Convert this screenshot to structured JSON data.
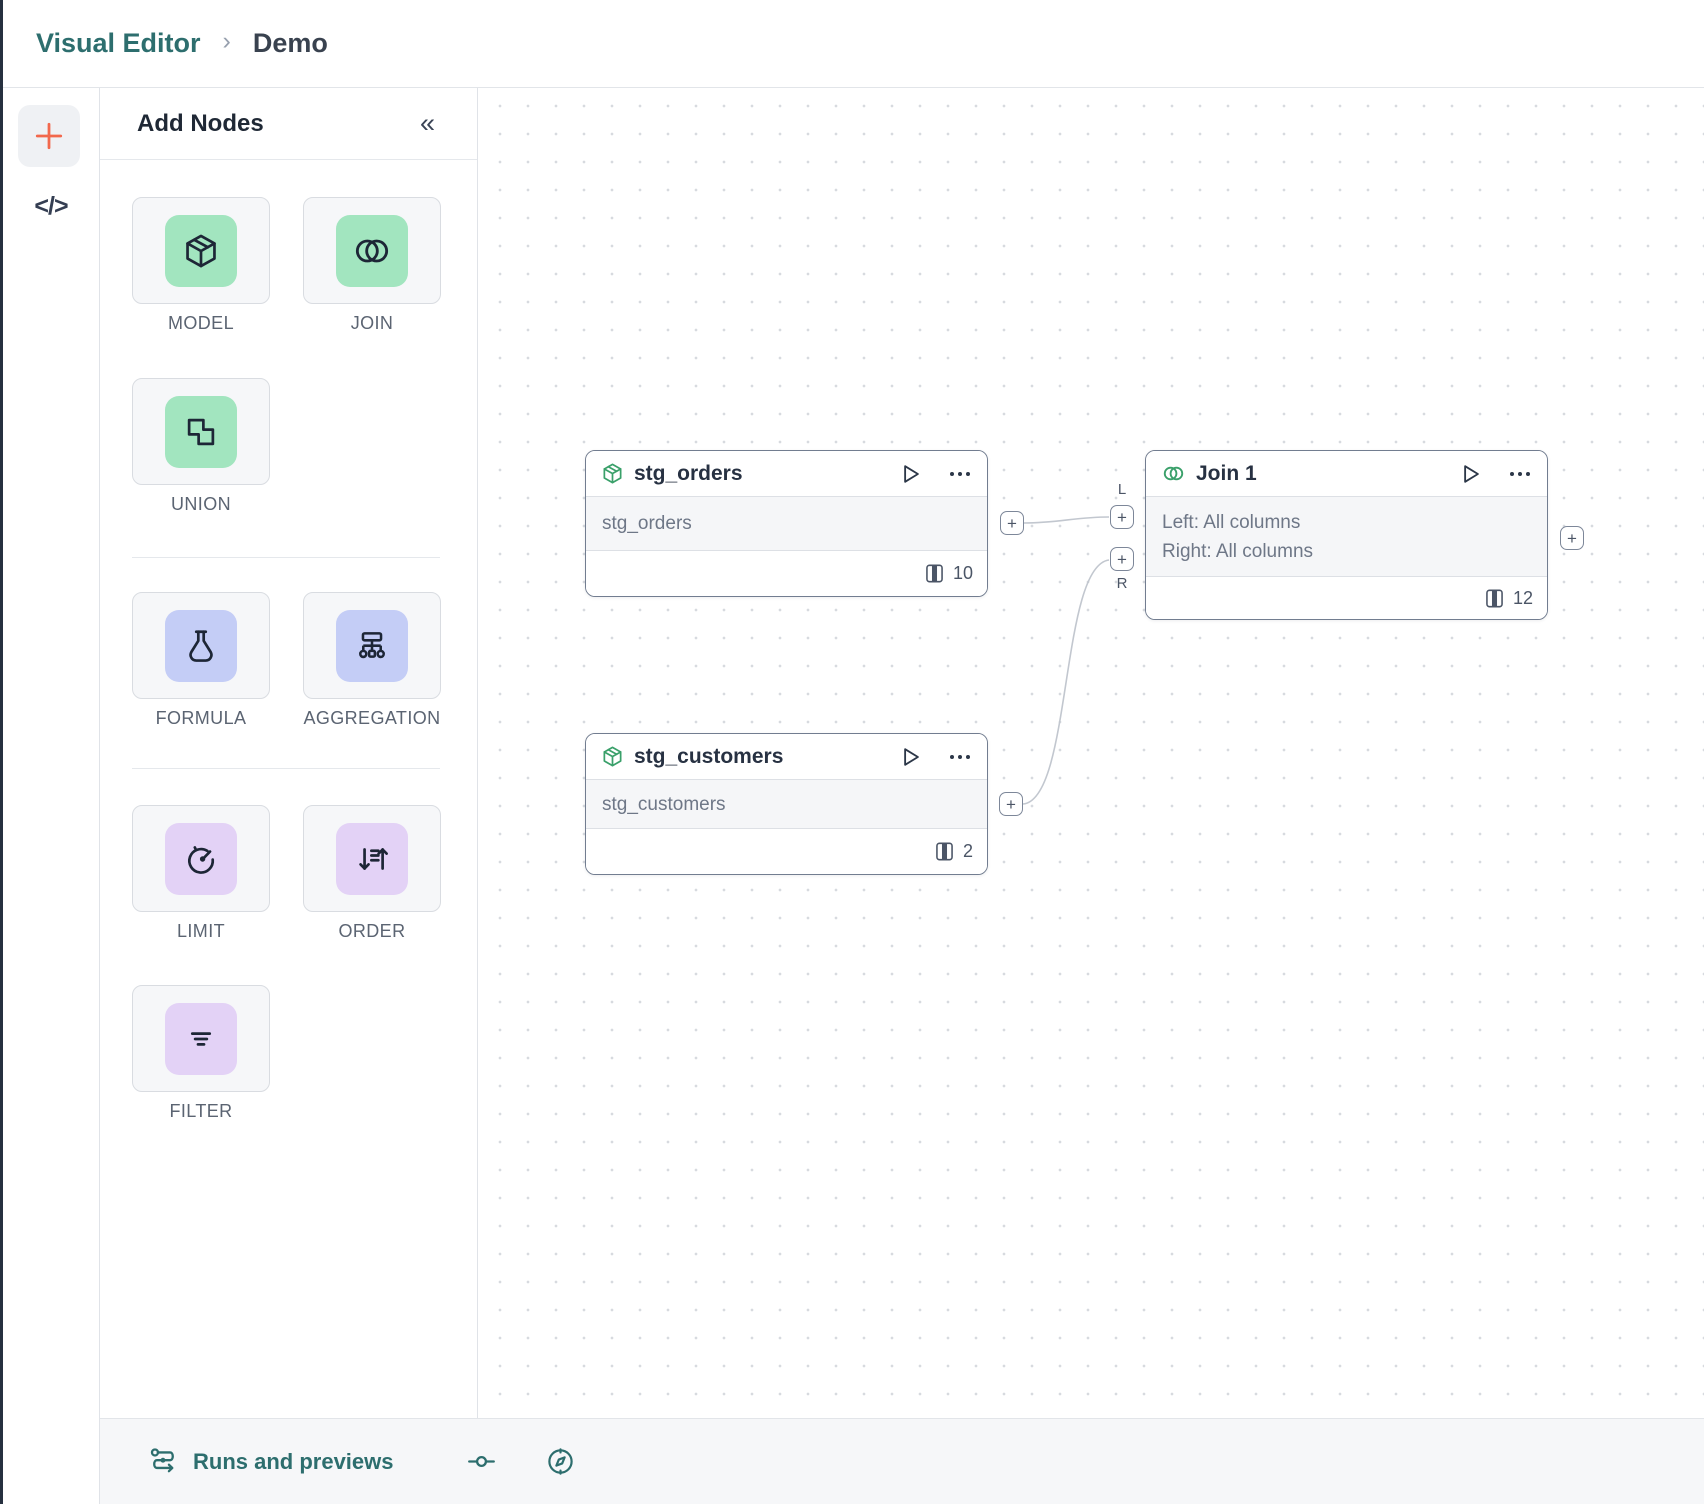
{
  "breadcrumb": {
    "app": "Visual Editor",
    "separator": "›",
    "page": "Demo"
  },
  "rail": {
    "code": "</>"
  },
  "panel": {
    "title": "Add Nodes",
    "collapse": "«",
    "items": [
      {
        "label": "MODEL"
      },
      {
        "label": "JOIN"
      },
      {
        "label": "UNION"
      },
      {
        "label": "FORMULA"
      },
      {
        "label": "AGGREGATION"
      },
      {
        "label": "LIMIT"
      },
      {
        "label": "ORDER"
      },
      {
        "label": "FILTER"
      }
    ]
  },
  "canvas": {
    "nodes": [
      {
        "title": "stg_orders",
        "body": [
          "stg_orders"
        ],
        "column_count": "10"
      },
      {
        "title": "stg_customers",
        "body": [
          "stg_customers"
        ],
        "column_count": "2"
      },
      {
        "title": "Join 1",
        "body": [
          "Left: All columns",
          "Right: All columns"
        ],
        "column_count": "12"
      }
    ],
    "handle_plus": "+",
    "join_left_label": "L",
    "join_right_label": "R"
  },
  "bottom_bar": {
    "runs_label": "Runs and previews"
  },
  "colors": {
    "accent_teal": "#2d6e6e",
    "accent_orange": "#f2684c",
    "tile_green": "#a2e5bf",
    "tile_periwinkle": "#c4cdf6",
    "tile_lavender": "#e3d2f6",
    "node_icon_green": "#3aa06a",
    "edge_gray": "#c2c7cf"
  }
}
